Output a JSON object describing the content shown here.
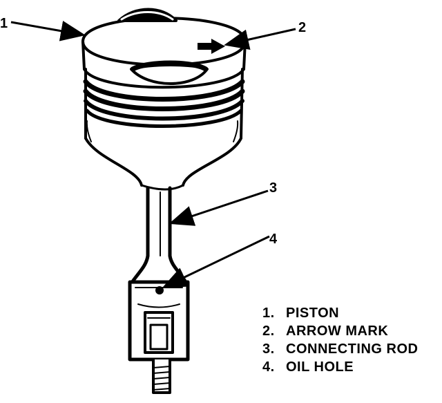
{
  "colors": {
    "ink": "#000000",
    "paper": "#ffffff"
  },
  "callouts": [
    "1",
    "2",
    "3",
    "4"
  ],
  "legend": [
    {
      "num": "1.",
      "label": "PISTON"
    },
    {
      "num": "2.",
      "label": "ARROW MARK"
    },
    {
      "num": "3.",
      "label": "CONNECTING ROD"
    },
    {
      "num": "4.",
      "label": "OIL HOLE"
    }
  ]
}
